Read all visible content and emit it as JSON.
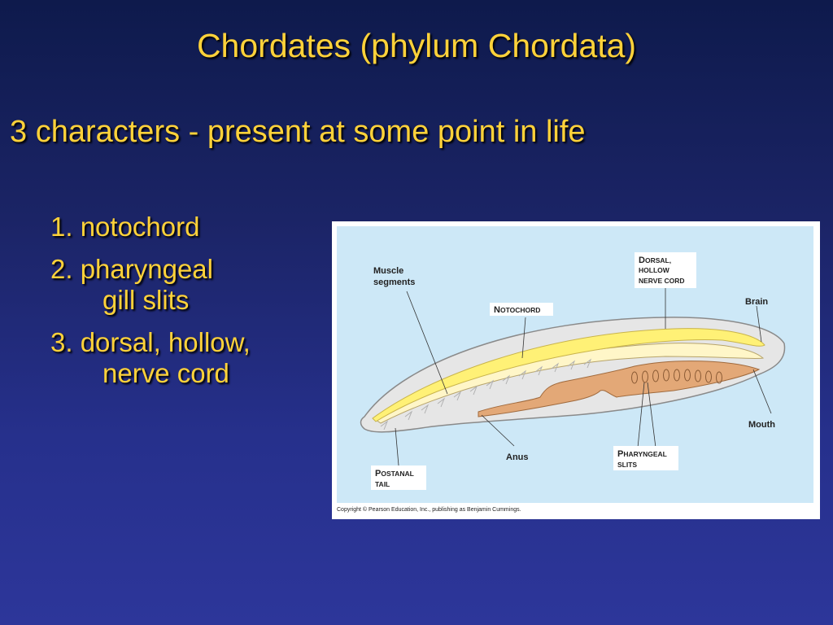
{
  "slide": {
    "title": "Chordates (phylum Chordata)",
    "subtitle": "3 characters - present at some point in life",
    "items": [
      {
        "lines": [
          "1. notochord"
        ]
      },
      {
        "lines": [
          "2. pharyngeal",
          "gill slits"
        ]
      },
      {
        "lines": [
          "3. dorsal, hollow,",
          "nerve cord"
        ]
      }
    ]
  },
  "figure": {
    "labels": {
      "muscle_1": "Muscle",
      "muscle_2": "segments",
      "dorsal_d": "D",
      "dorsal_1": "ORSAL,",
      "dorsal_2": "HOLLOW",
      "dorsal_3": "NERVE CORD",
      "noto_n": "N",
      "noto_rest": "OTOCHORD",
      "brain": "Brain",
      "mouth": "Mouth",
      "anus": "Anus",
      "pharyn_p": "P",
      "pharyn_rest": "HARYNGEAL",
      "pharyn_2": "SLITS",
      "post_p": "P",
      "post_rest": "OSTANAL",
      "post_2": "TAIL"
    },
    "copyright": "Copyright © Pearson Education, Inc., publishing as Benjamin Cummings."
  }
}
